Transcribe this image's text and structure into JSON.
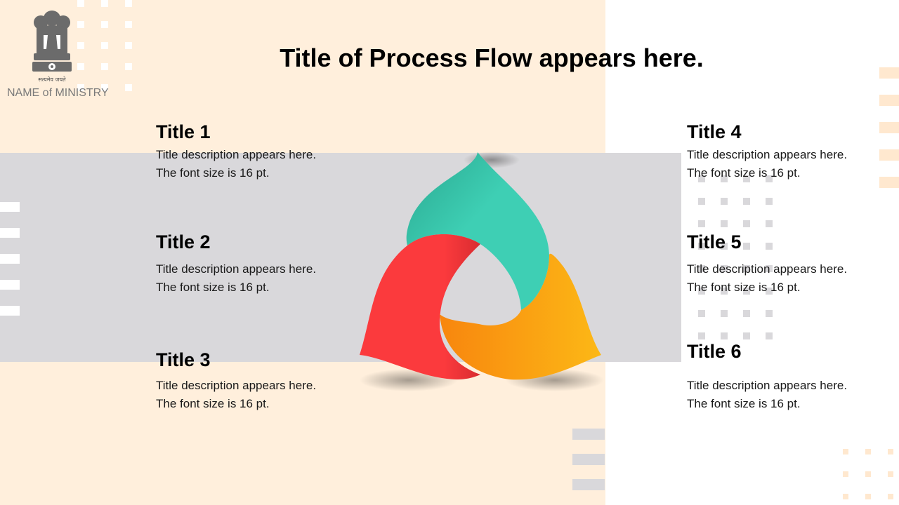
{
  "header": {
    "title": "Title of Process Flow appears here.",
    "ministry": "NAME of MINISTRY",
    "emblem_motto": "सत्यमेव जयते"
  },
  "items": [
    {
      "title": "Title 1",
      "description": "Title description appears here. The font size is 16 pt."
    },
    {
      "title": "Title 2",
      "description": "Title description appears here. The font size is 16 pt."
    },
    {
      "title": "Title 3",
      "description": "Title description appears here. The font size is 16 pt."
    },
    {
      "title": "Title 4",
      "description": "Title description appears here. The font size is 16 pt."
    },
    {
      "title": "Title 5",
      "description": "Title description appears here. The font size is 16 pt."
    },
    {
      "title": "Title 6",
      "description": "Title description appears here. The font size is 16 pt."
    }
  ],
  "colors": {
    "petal_top": "#3ecfb4",
    "petal_left": "#fb3a3d",
    "petal_right": "#fcb014",
    "background_peach": "#ffefdc",
    "band_gray": "#d9d8db"
  },
  "icons": {
    "emblem": "national-emblem-icon"
  }
}
